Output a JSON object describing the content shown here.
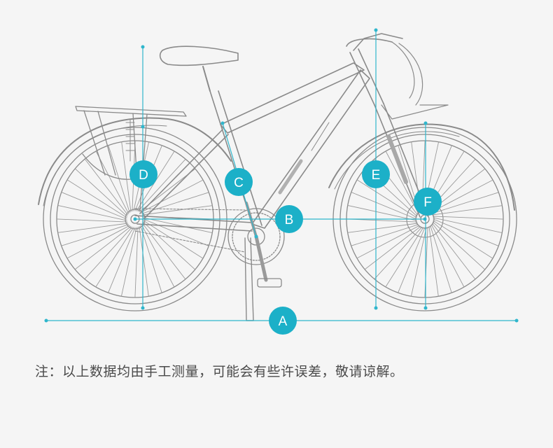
{
  "labels": {
    "a": "A",
    "b": "B",
    "c": "C",
    "d": "D",
    "e": "E",
    "f": "F"
  },
  "note": "注：以上数据均由手工测量，可能会有些许误差，敬请谅解。",
  "colors": {
    "accent": "#1cb0c8",
    "line": "#2fb6cc",
    "sketch": "#8a8a8a",
    "background": "#f5f5f5",
    "text": "#4a4a4a"
  }
}
